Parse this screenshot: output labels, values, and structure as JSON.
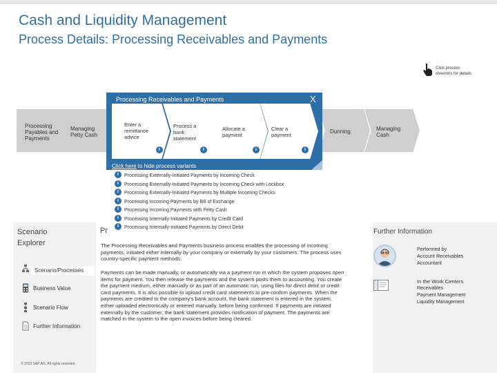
{
  "header": {
    "title": "Cash and Liquidity Management",
    "subtitle": "Process Details: Processing Receivables and Payments"
  },
  "hint": {
    "line1": "Click process",
    "line2": "chevrons for details"
  },
  "process_chevrons": [
    {
      "label": "Processing Payables and Payments"
    },
    {
      "label": "Managing Petty Cash"
    },
    {
      "label": "Dunning"
    },
    {
      "label": "Managing Cash"
    }
  ],
  "panel": {
    "title": "Processing Receivables and Payments",
    "close": "X",
    "steps": [
      {
        "label": "Enter a remittance advice"
      },
      {
        "label": "Process a bank statement"
      },
      {
        "label": "Allocate a payment"
      },
      {
        "label": "Clear a payment"
      }
    ],
    "toggle_link": "Click here",
    "toggle_rest": " to hide process variants"
  },
  "variants": [
    "Processing Externally-Initiated Payments by Incoming Check",
    "Processing Externally-Initiated Payments by Incoming Check with Lockbox",
    "Processing Externally-Initiated Payments by Multiple Incoming Checks",
    "Processing Incoming Payments by Bill of Exchange",
    "Processing Incoming Payments with Petty Cash",
    "Processing Internally-Initiated Payments by Credit Card",
    "Processing Internally-Initiated Payments by Direct Debit"
  ],
  "info_glyph": "i",
  "scenario": {
    "title_line1": "Scenario",
    "title_line2": "Explorer",
    "items": [
      {
        "label": "Scenario/Processes",
        "active": true
      },
      {
        "label": "Business Value"
      },
      {
        "label": "Scenario Flow"
      },
      {
        "label": "Further Information"
      }
    ]
  },
  "main": {
    "heading": "Pr",
    "paragraph1": "The Processing Receivables and Payments business process enables the processing of incoming payments, initiated either internally by your company or externally by your customers. The process uses country-specific payment methods.",
    "paragraph2": "Payments can be made manually, or automatically via a payment run in which the system proposes open items for payment. You then release the payments and the system posts them to accounting. You create the payment medium, either manually or as part of an automatic run, using files for direct debit or credit card payments. It is also possible to upload credit card statements to pre-confirm payments. When the payments are credited to the company's bank account, the bank statement is entered in the system, either uploaded electronically or entered manually, before being confirmed. If payments are initiated externally by the customer, the bank statement provides notification of payment. The payments are matched in the system to the open invoices before being cleared."
  },
  "further": {
    "title": "Further Information",
    "performed_label": "Performed by",
    "performed_by": [
      "Account Receivables",
      "Accountant"
    ],
    "work_centers_label": "In the Work Centers",
    "work_centers": [
      "Receivables",
      "Payment Management",
      "Liquidity Management"
    ]
  },
  "footer": {
    "copyright": "© 2013 SAP AG. All rights reserved."
  },
  "colors": {
    "accent": "#2f6fa8",
    "chevron_grey": "#cfcfcf",
    "panel_bg": "#2f6fa8"
  }
}
